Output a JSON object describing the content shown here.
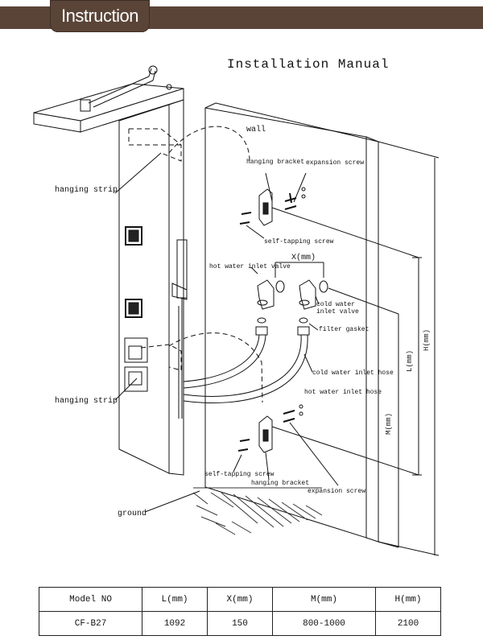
{
  "header": {
    "tab_label": "Instruction"
  },
  "title": "Installation Manual",
  "labels": {
    "wall": "wall",
    "hanging_strip_top": "hanging strip",
    "hanging_strip_bottom": "hanging strip",
    "hanging_bracket_top": "hanging bracket",
    "expansion_screw_top": "expansion screw",
    "self_tapping_screw_top": "self-tapping screw",
    "x_mm": "X(mm)",
    "hot_water_inlet_valve": "hot water inlet valve",
    "cold_water_inlet_valve_1": "cold water",
    "cold_water_inlet_valve_2": "inlet valve",
    "filter_gasket": "filter gasket",
    "cold_water_inlet_hose": "cold water inlet hose",
    "hot_water_inlet_hose": "hot water inlet hose",
    "self_tapping_screw_bottom": "self-tapping screw",
    "hanging_bracket_bottom": "hanging bracket",
    "expansion_screw_bottom": "expansion screw",
    "ground": "ground",
    "l_mm": "L(mm)",
    "h_mm": "H(mm)",
    "m_mm": "M(mm)"
  },
  "table": {
    "headers": [
      "Model NO",
      "L(mm)",
      "X(mm)",
      "M(mm)",
      "H(mm)"
    ],
    "row": [
      "CF-B27",
      "1092",
      "150",
      "800-1000",
      "2100"
    ]
  }
}
